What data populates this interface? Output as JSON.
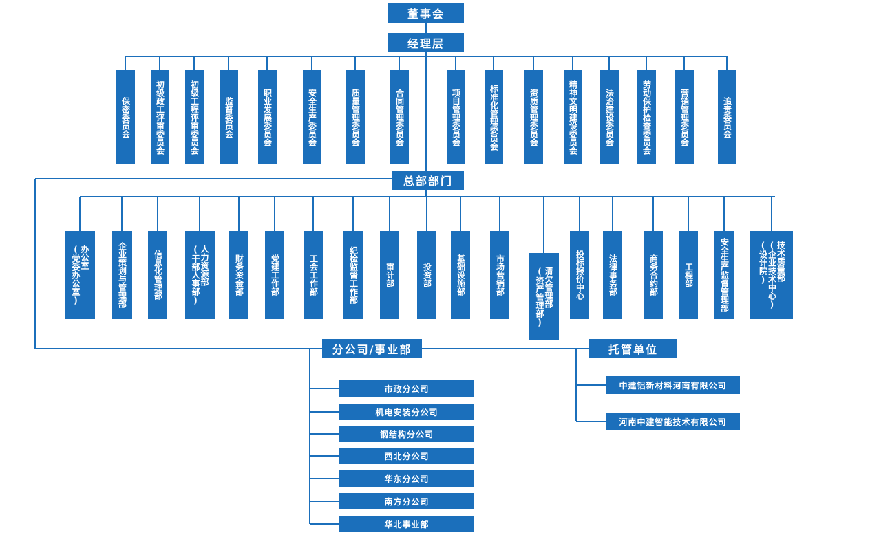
{
  "colors": {
    "box": "#1b6fbb",
    "line": "#1b6fbb",
    "text": "#ffffff"
  },
  "board": "董事会",
  "management": "经理层",
  "committees": [
    "保密委员会",
    "初级政工评审委员会",
    "初级工程评审委员会",
    "监督委员会",
    "职业发展委员会",
    "安全生产委员会",
    "质量管理委员会",
    "合同管理委员会",
    "项目管理委员会",
    "标准化管理委员会",
    "资质管理委员会",
    "精神文明建设委员会",
    "法治建设委员会",
    "劳动保护检查委员会",
    "营销管理委员会",
    "追责委员会"
  ],
  "hq_label": "总部部门",
  "departments": [
    "办公室\n(党委办公室)",
    "企业策划与管理部",
    "信息化管理部",
    "人力资源部\n(干部人事部)",
    "财务资金部",
    "党建工作部",
    "工会工作部",
    "纪检监督工作部",
    "审计部",
    "投资部",
    "基础设施部",
    "市场营销部",
    "清欠管理部\n(资产管理部)",
    "投标报价中心",
    "法律事务部",
    "商务合约部",
    "工程部",
    "安全生产监督管理部",
    "技术质量部\n(企业技术中心)\n(设计院)"
  ],
  "branch_label": "分公司/事业部",
  "branches": [
    "市政分公司",
    "机电安装分公司",
    "钢结构分公司",
    "西北分公司",
    "华东分公司",
    "南方分公司",
    "华北事业部"
  ],
  "trust_label": "托管单位",
  "trusts": [
    "中建铝新材料河南有限公司",
    "河南中建智能技术有限公司"
  ]
}
